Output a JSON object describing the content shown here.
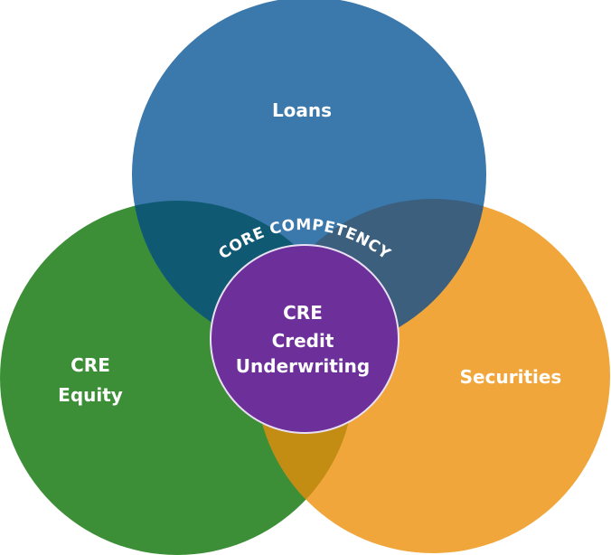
{
  "diagram": {
    "circles": {
      "loans": {
        "label": "Loans",
        "color": "#3b78ab"
      },
      "cre_equity": {
        "label_line1": "CRE",
        "label_line2": "Equity",
        "color": "#3c8f37"
      },
      "securities": {
        "label": "Securities",
        "color": "#f0a63a"
      },
      "center": {
        "label_line1": "CRE",
        "label_line2": "Credit",
        "label_line3": "Underwriting",
        "color": "#6d2f9a"
      }
    },
    "overlaps": {
      "loans_equity": "#0f5a72",
      "loans_securities": "#3b5f7c",
      "equity_securities": "#c38d14"
    },
    "arc_label": "CORE COMPETENCY"
  }
}
